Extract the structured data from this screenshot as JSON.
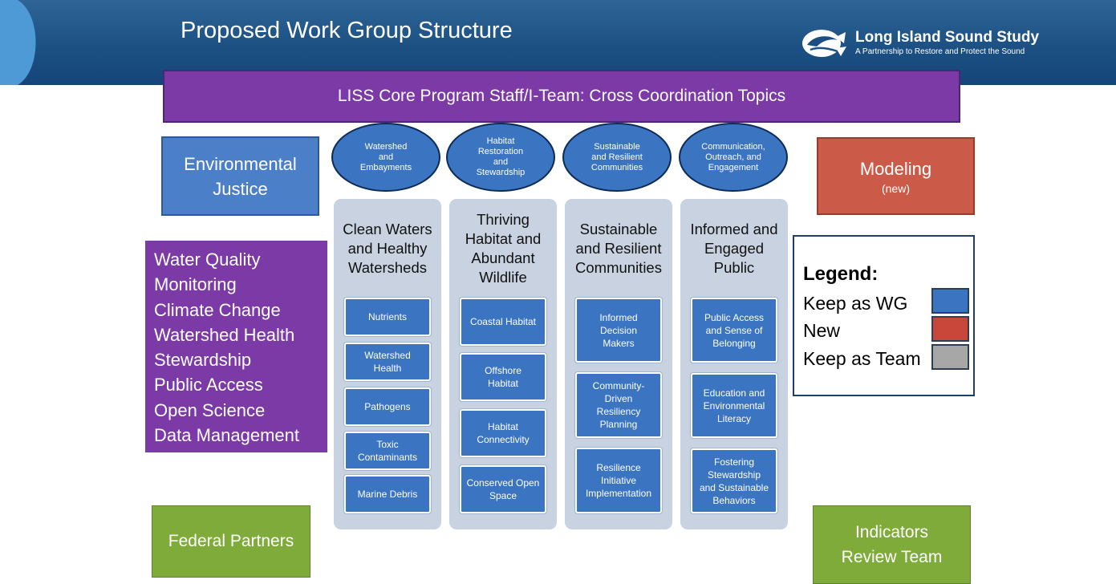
{
  "header": {
    "title": "Proposed Work Group Structure",
    "logo_title": "Long Island Sound Study",
    "logo_subtitle": "A Partnership to Restore and Protect the Sound"
  },
  "core_bar": "LISS Core Program Staff/I-Team: Cross Coordination Topics",
  "environmental_justice": [
    "Environmental",
    "Justice"
  ],
  "modeling": {
    "title": "Modeling",
    "note": "(new)"
  },
  "topics": [
    "Water Quality",
    "Monitoring",
    "Climate Change",
    "Watershed Health",
    "Stewardship",
    "Public Access",
    "Open Science",
    "Data Management"
  ],
  "columns": [
    {
      "oval": [
        "Watershed",
        "and",
        "Embayments"
      ],
      "title": [
        "Clean Waters",
        "and Healthy",
        "Watersheds"
      ],
      "items": [
        [
          "Nutrients"
        ],
        [
          "Watershed",
          "Health"
        ],
        [
          "Pathogens"
        ],
        [
          "Toxic",
          "Contaminants"
        ],
        [
          "Marine Debris"
        ]
      ]
    },
    {
      "oval": [
        "Habitat",
        "Restoration",
        "and",
        "Stewardship"
      ],
      "title": [
        "Thriving",
        "Habitat and",
        "Abundant",
        "Wildlife"
      ],
      "items": [
        [
          "Coastal Habitat"
        ],
        [
          "Offshore",
          "Habitat"
        ],
        [
          "Habitat",
          "Connectivity"
        ],
        [
          "Conserved Open",
          "Space"
        ]
      ]
    },
    {
      "oval": [
        "Sustainable",
        "and Resilient",
        "Communities"
      ],
      "title": [
        "Sustainable",
        "and Resilient",
        "Communities"
      ],
      "items": [
        [
          "Informed",
          "Decision",
          "Makers"
        ],
        [
          "Community-",
          "Driven",
          "Resiliency",
          "Planning"
        ],
        [
          "Resilience",
          "Initiative",
          "Implementation"
        ]
      ]
    },
    {
      "oval": [
        "Communication,",
        "Outreach, and",
        "Engagement"
      ],
      "title": [
        "Informed and",
        "Engaged",
        "Public"
      ],
      "items": [
        [
          "Public Access",
          "and Sense of",
          "Belonging"
        ],
        [
          "Education and",
          "Environmental",
          "Literacy"
        ],
        [
          "Fostering",
          "Stewardship",
          "and Sustainable",
          "Behaviors"
        ]
      ]
    }
  ],
  "legend": {
    "title": "Legend:",
    "entries": [
      {
        "label": "Keep as WG",
        "color": "#3b74c1"
      },
      {
        "label": "New",
        "color": "#c9473a"
      },
      {
        "label": "Keep as Team",
        "color": "#a7a7a7"
      }
    ]
  },
  "federal_partners": "Federal Partners",
  "indicators": [
    "Indicators",
    "Review Team"
  ],
  "colors": {
    "header_blue": "#1b4f82",
    "core_purple": "#7b3aa6",
    "workgroup_blue": "#3b74c1",
    "oval_blue": "#3b74c1",
    "column_gray": "#c8d2e0",
    "new_red": "#cc5a48",
    "team_green": "#7fab3a"
  }
}
